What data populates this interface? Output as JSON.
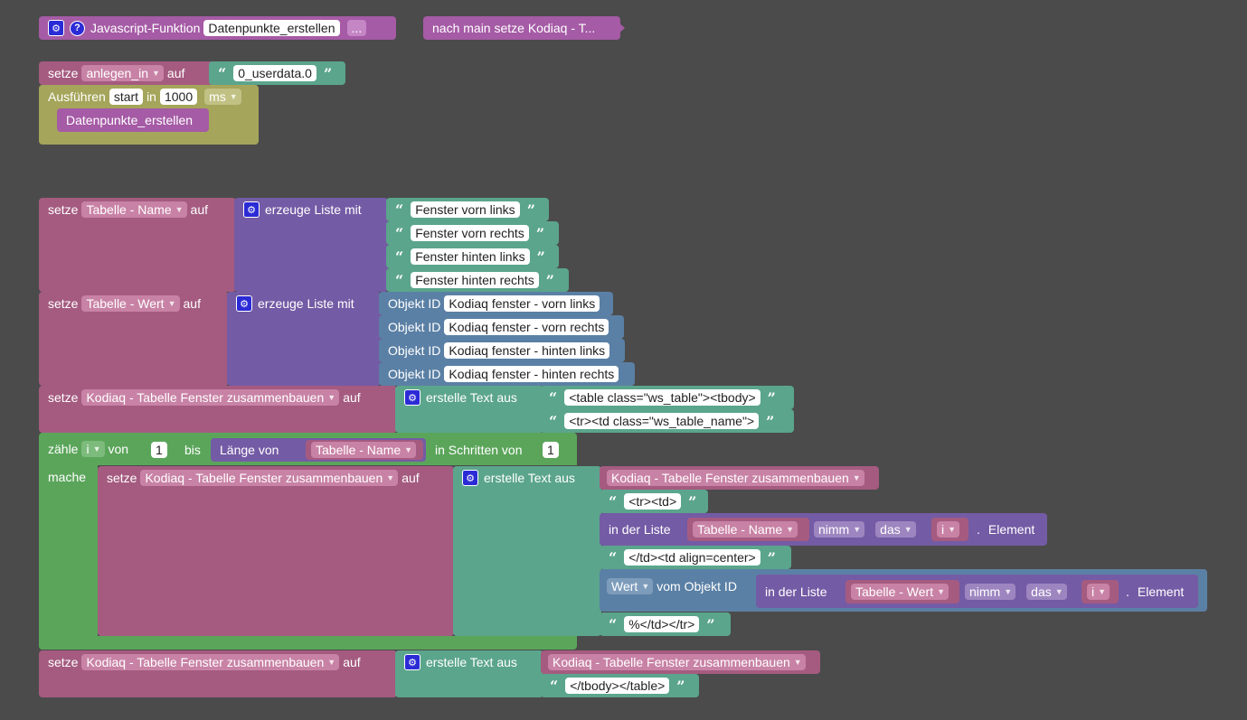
{
  "function_def": {
    "gear_icon": "gear-icon",
    "help_icon": "help-icon",
    "label": "Javascript-Funktion",
    "name": "Datenpunkte_erstellen",
    "more": "..."
  },
  "collapsed_block": {
    "label": "nach main  setze Kodiaq - T..."
  },
  "init_block": {
    "setze": "setze",
    "var": "anlegen_in",
    "auf": "auf",
    "value": "0_userdata.0"
  },
  "timeout_block": {
    "label": "Ausführen",
    "name": "start",
    "in": "in",
    "delay": "1000",
    "unit": "ms",
    "call": "Datenpunkte_erstellen"
  },
  "names_block": {
    "setze": "setze",
    "var": "Tabelle - Name",
    "auf": "auf",
    "list_label": "erzeuge Liste mit",
    "items": [
      "Fenster vorn links",
      "Fenster vorn rechts",
      "Fenster hinten links",
      "Fenster hinten rechts"
    ]
  },
  "values_block": {
    "setze": "setze",
    "var": "Tabelle - Wert",
    "auf": "auf",
    "list_label": "erzeuge Liste mit",
    "obj_label": "Objekt ID",
    "items": [
      "Kodiaq fenster - vorn links",
      "Kodiaq fenster - vorn rechts",
      "Kodiaq fenster - hinten links",
      "Kodiaq fenster - hinten rechts"
    ]
  },
  "header_block": {
    "setze": "setze",
    "var": "Kodiaq - Tabelle Fenster zusammenbauen",
    "auf": "auf",
    "text_label": "erstelle Text aus",
    "parts": [
      "<table class=\"ws_table\"><tbody>",
      "<tr><td class=\"ws_table_name\">"
    ]
  },
  "loop_block": {
    "count": "zähle",
    "var": "i",
    "from": "von",
    "start": "1",
    "to": "bis",
    "length": "Länge von",
    "list": "Tabelle - Name",
    "step_label": "in Schritten von",
    "step": "1",
    "do": "mache",
    "inner": {
      "setze": "setze",
      "var": "Kodiaq - Tabelle Fenster zusammenbauen",
      "auf": "auf",
      "text_label": "erstelle Text aus",
      "part0_var": "Kodiaq - Tabelle Fenster zusammenbauen",
      "part1": "<tr><td>",
      "part2": {
        "in_list": "in der Liste",
        "list": "Tabelle - Name",
        "mode": "nimm",
        "where": "das",
        "index": "i",
        "dot": ".",
        "element": "Element"
      },
      "part3": "</td><td align=center>",
      "part4": {
        "attr": "Wert",
        "of_obj": "vom Objekt ID",
        "in_list": "in der Liste",
        "list": "Tabelle - Wert",
        "mode": "nimm",
        "where": "das",
        "index": "i",
        "dot": ".",
        "element": "Element"
      },
      "part5": "%</td></tr>"
    }
  },
  "footer_block": {
    "setze": "setze",
    "var": "Kodiaq - Tabelle Fenster zusammenbauen",
    "auf": "auf",
    "text_label": "erstelle Text aus",
    "part0_var": "Kodiaq - Tabelle Fenster zusammenbauen",
    "part1": "</tbody></table>"
  },
  "quote_open": "“",
  "quote_close": "”",
  "colors": {
    "workspace": "#4b4b4b",
    "procedures": "#a55ba5",
    "variables": "#a55b80",
    "text": "#5ba58c",
    "lists": "#745ba5",
    "objects": "#5b80a5",
    "loops": "#5ba55b",
    "timeouts": "#a5a55b"
  }
}
